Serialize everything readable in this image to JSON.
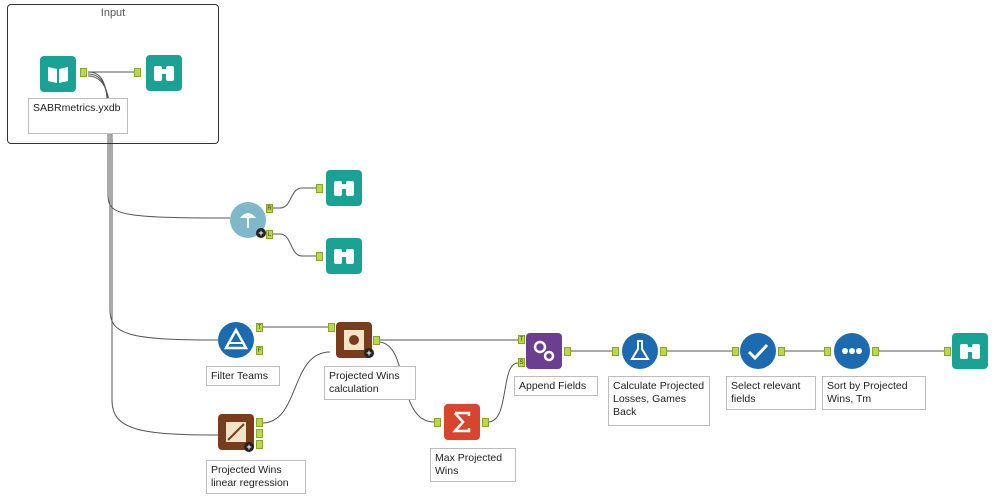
{
  "container": {
    "title": "Input"
  },
  "labels": {
    "input_file": "SABRmetrics.yxdb",
    "filter": "Filter Teams",
    "formula": "Projected Wins calculation",
    "regression": "Projected Wins linear regression",
    "summarize": "Max Projected Wins",
    "append": "Append Fields",
    "calc": "Calculate Projected Losses, Games Back",
    "select": "Select relevant fields",
    "sort": "Sort by Projected Wins, Tm"
  },
  "anchors": {
    "true": "T",
    "false": "F",
    "target": "T",
    "source": "S",
    "r": "R",
    "l": "L"
  },
  "colors": {
    "teal": "#1aa395",
    "blue": "#1c6bb0",
    "brown": "#7a3d1c",
    "orange_red": "#d8442e",
    "purple": "#6b3e8f",
    "wire": "#555555"
  },
  "icons": [
    "book-icon",
    "binoculars-icon",
    "filter-triangle-icon",
    "formula-icon",
    "regression-icon",
    "sigma-icon",
    "gears-icon",
    "flask-icon",
    "checkmark-icon",
    "dots-icon",
    "rain-icon"
  ]
}
